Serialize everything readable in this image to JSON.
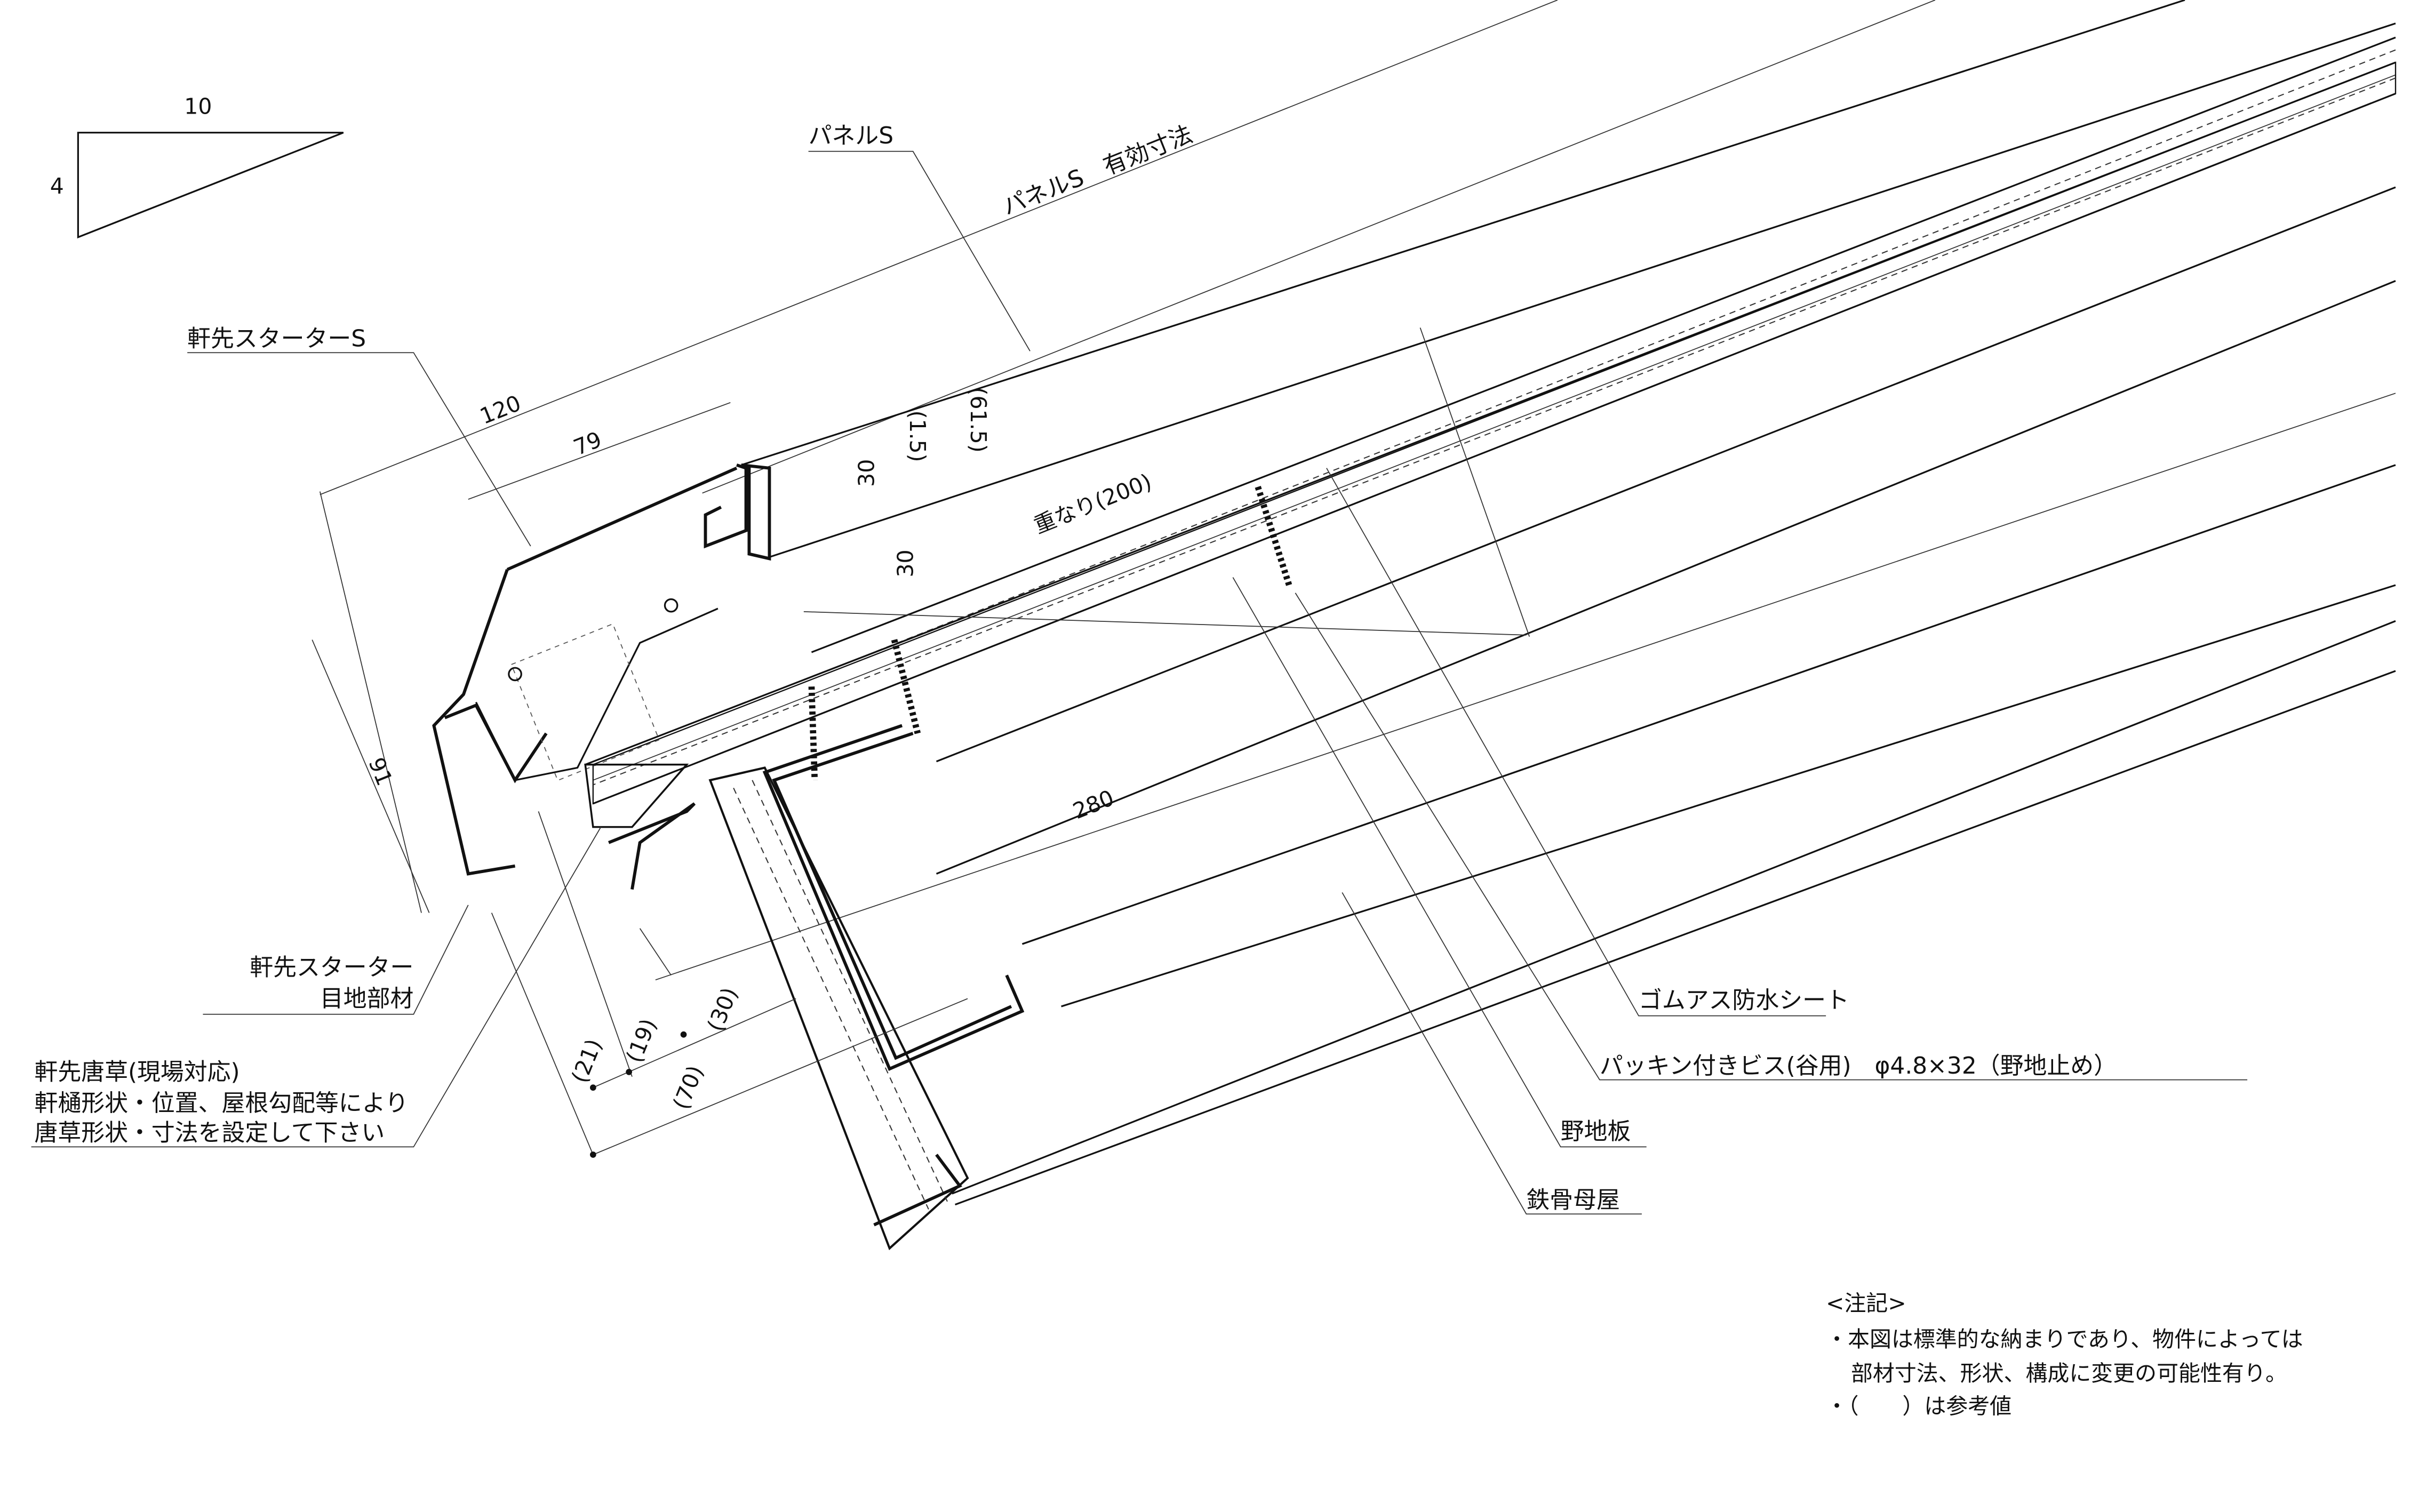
{
  "slope_triangle": {
    "run": "10",
    "rise": "4"
  },
  "labels": {
    "panel_s": "パネルS",
    "panel_s_effective": "パネルS　有効寸法",
    "starter_s": "軒先スターターS",
    "starter_joint_line1": "軒先スターター",
    "starter_joint_line2": "目地部材",
    "karakusa_title": "軒先唐草(現場対応)",
    "karakusa_line2": "軒樋形状・位置、屋根勾配等により",
    "karakusa_line3": "唐草形状・寸法を設定して下さい",
    "gomuas_sheet": "ゴムアス防水シート",
    "packing_screw": "パッキン付きビス(谷用)　φ4.8×32（野地止め）",
    "nojiita": "野地板",
    "purlin": "鉄骨母屋"
  },
  "dimensions": {
    "d120": "120",
    "d79": "79",
    "d91": "91",
    "d30a": "30",
    "d30b": "30",
    "d1_5": "(1.5)",
    "d61_5": "(61.5)",
    "overlap": "重なり(200)",
    "d280": "280",
    "d21": "(21)",
    "d19": "(19)",
    "d30c": "(30)",
    "d70": "(70)"
  },
  "notes": {
    "heading": "<注記>",
    "line1": "・本図は標準的な納まりであり、物件によっては",
    "line2": "部材寸法、形状、構成に変更の可能性有り。",
    "line3": "・（　　）は参考値"
  }
}
